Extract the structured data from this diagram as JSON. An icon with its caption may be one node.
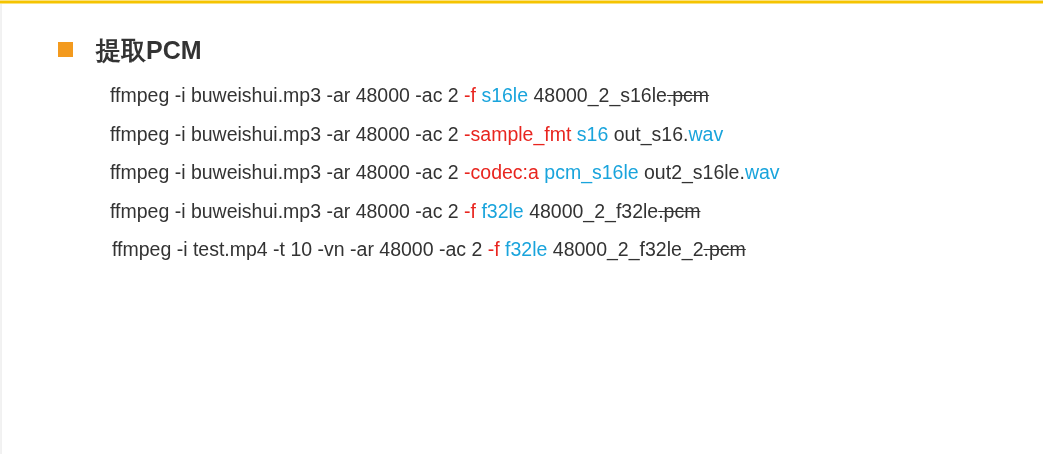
{
  "diagram": {
    "title": "提取PCM",
    "labels": [
      "ffmpeg -i buweishui.mp3 -ar 48000 -ac 2 -f s16le 48000_2_s16le.pcm",
      "ffmpeg -i buweishui.mp3 -ar 48000 -ac 2 -sample_fmt s16 out_s16.wav",
      "ffmpeg -i buweishui.mp3 -ar 48000 -ac 2 -codec:a pcm_s16le out2_s16le.wav",
      "ffmpeg -i buweishui.mp3 -ar 48000 -ac 2 -f f32le 48000_2_f32le.pcm",
      "ffmpeg -i test.mp4 -t 10 -vn -ar 48000 -ac 2 -f f32le 48000_2_f32le_2.pcm"
    ]
  }
}
